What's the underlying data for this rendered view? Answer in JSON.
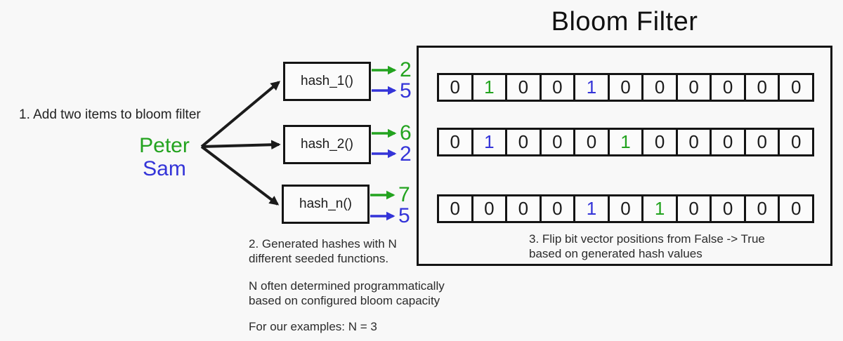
{
  "title": "Bloom Filter",
  "colors": {
    "green": "#23a31f",
    "blue": "#3434d8",
    "ink": "#1b1b1b"
  },
  "step1_label": "1. Add two items to bloom filter",
  "items": [
    {
      "name": "Peter",
      "color": "green"
    },
    {
      "name": "Sam",
      "color": "blue"
    }
  ],
  "hash_functions": [
    {
      "label": "hash_1()",
      "outputs": [
        {
          "value": "2",
          "color": "green"
        },
        {
          "value": "5",
          "color": "blue"
        }
      ]
    },
    {
      "label": "hash_2()",
      "outputs": [
        {
          "value": "6",
          "color": "green"
        },
        {
          "value": "2",
          "color": "blue"
        }
      ]
    },
    {
      "label": "hash_n()",
      "outputs": [
        {
          "value": "7",
          "color": "green"
        },
        {
          "value": "5",
          "color": "blue"
        }
      ]
    }
  ],
  "bit_vectors": [
    {
      "bits": [
        "0",
        "1",
        "0",
        "0",
        "1",
        "0",
        "0",
        "0",
        "0",
        "0",
        "0"
      ],
      "colors": [
        "ink",
        "green",
        "ink",
        "ink",
        "blue",
        "ink",
        "ink",
        "ink",
        "ink",
        "ink",
        "ink"
      ]
    },
    {
      "bits": [
        "0",
        "1",
        "0",
        "0",
        "0",
        "1",
        "0",
        "0",
        "0",
        "0",
        "0"
      ],
      "colors": [
        "ink",
        "blue",
        "ink",
        "ink",
        "ink",
        "green",
        "ink",
        "ink",
        "ink",
        "ink",
        "ink"
      ]
    },
    {
      "bits": [
        "0",
        "0",
        "0",
        "0",
        "1",
        "0",
        "1",
        "0",
        "0",
        "0",
        "0"
      ],
      "colors": [
        "ink",
        "ink",
        "ink",
        "ink",
        "blue",
        "ink",
        "green",
        "ink",
        "ink",
        "ink",
        "ink"
      ]
    }
  ],
  "step2_lines": [
    "2. Generated hashes with N",
    "different seeded functions."
  ],
  "n_note_lines": [
    "N often determined programmatically",
    "based on configured bloom capacity"
  ],
  "examples_note": "For our examples: N = 3",
  "step3_lines": [
    "3. Flip bit vector positions from False -> True",
    "based on generated hash values"
  ]
}
